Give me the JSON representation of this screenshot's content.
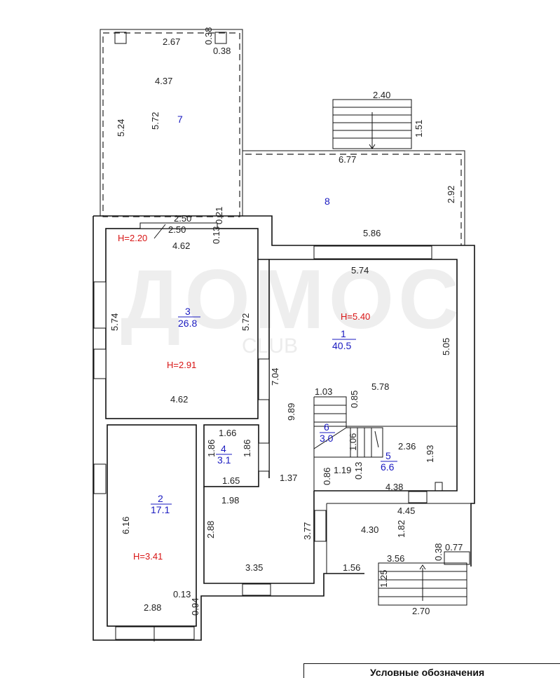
{
  "watermark": {
    "main": "ДОМОС",
    "sub": "CLUB"
  },
  "rooms": [
    {
      "num": "1",
      "area": "40.5",
      "height": "H=5.40"
    },
    {
      "num": "2",
      "area": "17.1",
      "height": "H=3.41"
    },
    {
      "num": "3",
      "area": "26.8",
      "height": "H=2.91"
    },
    {
      "num": "4",
      "area": "3.1"
    },
    {
      "num": "5",
      "area": "6.6"
    },
    {
      "num": "6",
      "area": "3.0"
    },
    {
      "num": "7"
    },
    {
      "num": "8"
    }
  ],
  "heights": {
    "h220": "H=2.20"
  },
  "dims": {
    "d267": "2.67",
    "d038a": "0.38",
    "d038b": "0.38",
    "d437": "4.37",
    "d524": "5.24",
    "d572a": "5.72",
    "d240": "2.40",
    "d151": "1.51",
    "d677": "6.77",
    "d292": "2.92",
    "d586": "5.86",
    "d250a": "2.50",
    "d250b": "2.50",
    "d021": "0.21",
    "d013a": "0.13",
    "d462a": "4.62",
    "d574a": "5.74",
    "d572b": "5.72",
    "d574b": "5.74",
    "d505": "5.05",
    "d704": "7.04",
    "d462b": "4.62",
    "d989": "9.89",
    "d103": "1.03",
    "d085": "0.85",
    "d578": "5.78",
    "d166": "1.66",
    "d186a": "1.86",
    "d186b": "1.86",
    "d106": "1.06",
    "d236": "2.36",
    "d193": "1.93",
    "d137": "1.37",
    "d165": "1.65",
    "d086": "0.86",
    "d119": "1.19",
    "d013b": "0.13",
    "d438": "4.38",
    "d198": "1.98",
    "d445": "4.45",
    "d616": "6.16",
    "d288a": "2.88",
    "d377": "3.77",
    "d430": "4.30",
    "d182": "1.82",
    "d077": "0.77",
    "d038c": "0.38",
    "d356": "3.56",
    "d335": "3.35",
    "d156": "1.56",
    "d125": "1.25",
    "d013c": "0.13",
    "d094": "0.94",
    "d288b": "2.88",
    "d270": "2.70"
  },
  "legend": {
    "text": "Условные обозначения"
  }
}
